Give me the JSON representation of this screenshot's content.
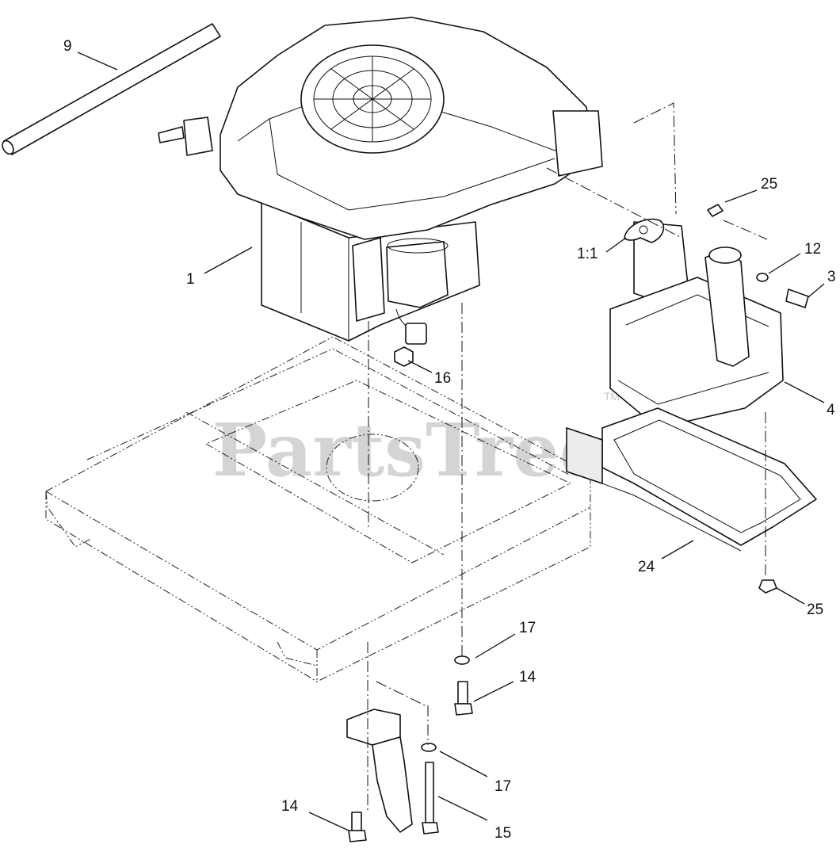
{
  "watermark": {
    "brand": "PartsTree",
    "trademark": "TM"
  },
  "callouts": {
    "c9": "9",
    "c1": "1",
    "c11": "1:1",
    "c25a": "25",
    "c12": "12",
    "c3": "3",
    "c4": "4",
    "c16": "16",
    "c24": "24",
    "c25b": "25",
    "c17a": "17",
    "c14a": "14",
    "c17b": "17",
    "c14b": "14",
    "c15": "15"
  }
}
